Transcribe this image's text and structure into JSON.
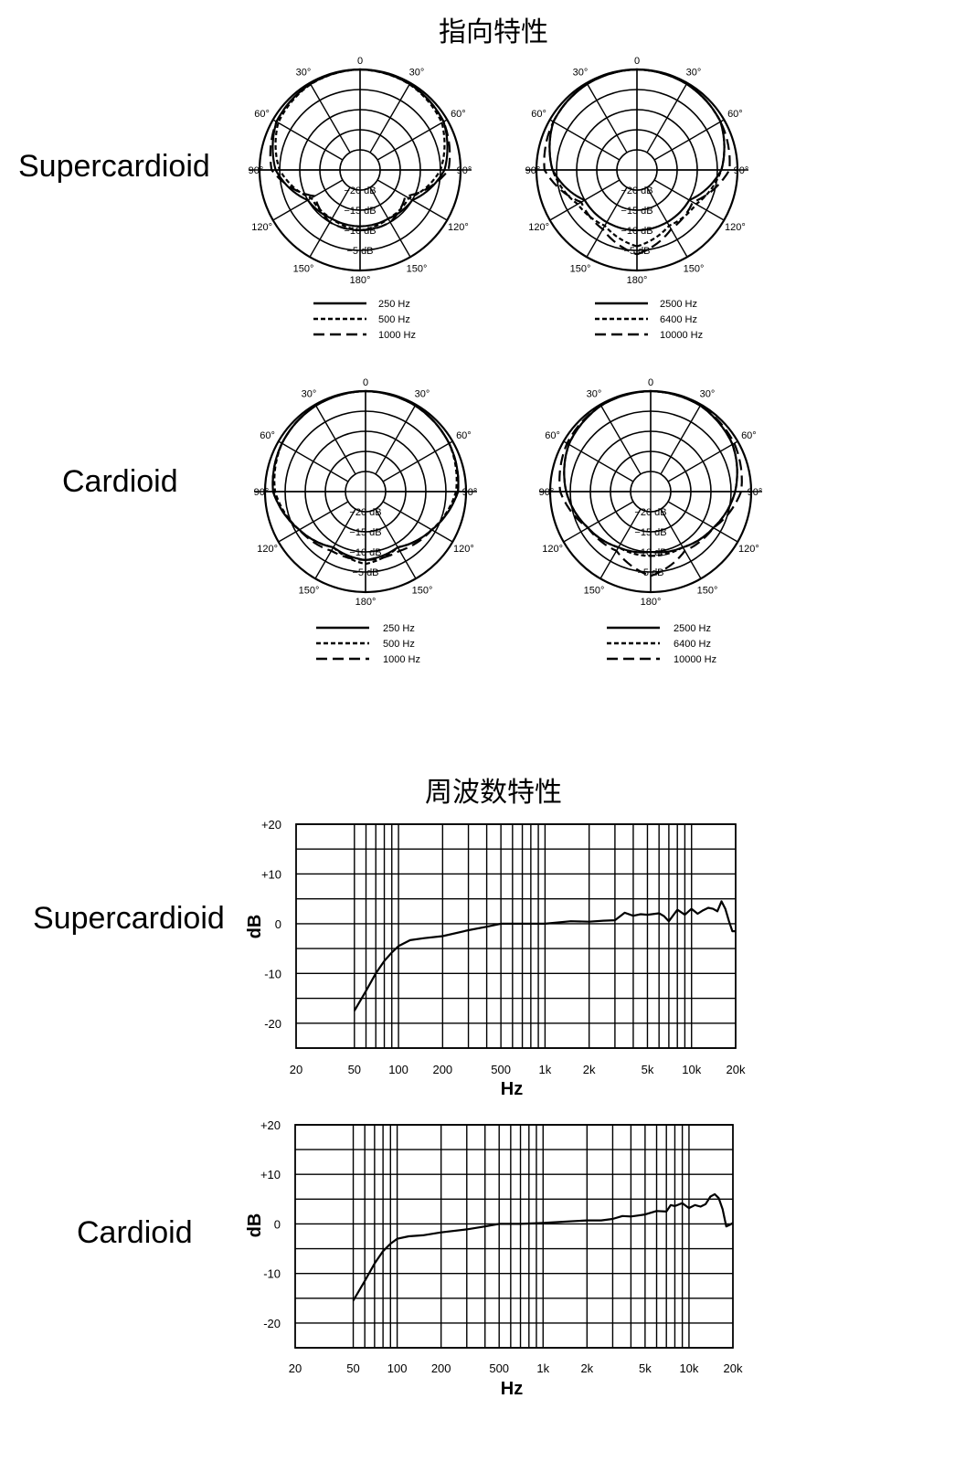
{
  "sections": {
    "polar_title": "指向特性",
    "freq_title": "周波数特性"
  },
  "row_labels": {
    "polar_super": "Supercardioid",
    "polar_cardio": "Cardioid",
    "freq_super": "Supercardioid",
    "freq_cardio": "Cardioid"
  },
  "chart_data": [
    {
      "type": "polar",
      "id": "polar-super-low",
      "angle_labels": [
        "180°",
        "150°",
        "120°",
        "90°",
        "60°",
        "30°",
        "0",
        "30°",
        "60°",
        "90°",
        "120°",
        "150°"
      ],
      "ring_labels": [
        "−20 dB",
        "−15 dB",
        "−10 dB",
        "−5 dB"
      ],
      "series": [
        {
          "name": "250 Hz",
          "style": "solid",
          "values": [
            -11,
            -11,
            -10,
            -4,
            -1,
            -0.3,
            0,
            -0.3,
            -1,
            -4,
            -10,
            -11
          ]
        },
        {
          "name": "500 Hz",
          "style": "dotted",
          "values": [
            -10,
            -11,
            -11,
            -5,
            -1.5,
            -0.4,
            0,
            -0.4,
            -1.5,
            -5,
            -11,
            -11
          ]
        },
        {
          "name": "1000 Hz",
          "style": "dashed",
          "values": [
            -10,
            -10,
            -12,
            -3,
            -1,
            -0.3,
            0,
            -0.3,
            -1,
            -3,
            -12,
            -10
          ]
        }
      ]
    },
    {
      "type": "polar",
      "id": "polar-super-high",
      "angle_labels": [
        "180°",
        "150°",
        "120°",
        "90°",
        "60°",
        "30°",
        "0",
        "30°",
        "60°",
        "90°",
        "120°",
        "150°"
      ],
      "ring_labels": [
        "−20 dB",
        "−15 dB",
        "−10 dB",
        "−5 dB"
      ],
      "series": [
        {
          "name": "2500 Hz",
          "style": "solid",
          "values": [
            -10,
            -10,
            -10,
            -4,
            -1,
            -0.3,
            0,
            -0.3,
            -1,
            -4,
            -10,
            -10
          ]
        },
        {
          "name": "6400 Hz",
          "style": "dotted",
          "values": [
            -6,
            -9,
            -8,
            -4,
            -1,
            -0.3,
            0,
            -0.3,
            -1,
            -4,
            -8,
            -9
          ]
        },
        {
          "name": "10000 Hz",
          "style": "dashed",
          "values": [
            -4,
            -8,
            -9,
            -2,
            -1,
            -0.3,
            0,
            -0.3,
            -1,
            -2,
            -9,
            -8
          ]
        }
      ]
    },
    {
      "type": "polar",
      "id": "polar-cardio-low",
      "angle_labels": [
        "180°",
        "150°",
        "120°",
        "90°",
        "60°",
        "30°",
        "0",
        "30°",
        "60°",
        "90°",
        "120°",
        "150°"
      ],
      "ring_labels": [
        "−20 dB",
        "−15 dB",
        "−10 dB",
        "−5 dB"
      ],
      "series": [
        {
          "name": "250 Hz",
          "style": "solid",
          "values": [
            -8,
            -9,
            -6,
            -2,
            -1,
            -0.3,
            0,
            -0.3,
            -1,
            -2,
            -6,
            -9
          ]
        },
        {
          "name": "500 Hz",
          "style": "dotted",
          "values": [
            -7,
            -9,
            -6,
            -2.5,
            -1,
            -0.3,
            0,
            -0.3,
            -1,
            -2.5,
            -6,
            -9
          ]
        },
        {
          "name": "1000 Hz",
          "style": "dashed",
          "values": [
            -8,
            -8,
            -6,
            -2,
            -1,
            -0.3,
            0,
            -0.3,
            -1,
            -2,
            -6,
            -8
          ]
        }
      ]
    },
    {
      "type": "polar",
      "id": "polar-cardio-high",
      "angle_labels": [
        "180°",
        "150°",
        "120°",
        "90°",
        "60°",
        "30°",
        "0",
        "30°",
        "60°",
        "90°",
        "120°",
        "150°"
      ],
      "ring_labels": [
        "−20 dB",
        "−15 dB",
        "−10 dB",
        "−5 dB"
      ],
      "series": [
        {
          "name": "2500 Hz",
          "style": "solid",
          "values": [
            -10,
            -9,
            -7,
            -4,
            -1.5,
            -0.3,
            0,
            -0.3,
            -1.5,
            -4,
            -7,
            -9
          ]
        },
        {
          "name": "6400 Hz",
          "style": "dotted",
          "values": [
            -9,
            -9,
            -7,
            -4,
            -1.5,
            -0.3,
            0,
            -0.3,
            -1.5,
            -4,
            -7,
            -9
          ]
        },
        {
          "name": "10000 Hz",
          "style": "dashed",
          "values": [
            -4,
            -8,
            -7,
            -2.5,
            -1,
            -0.3,
            0,
            -0.3,
            -1,
            -2.5,
            -7,
            -8
          ]
        }
      ]
    },
    {
      "type": "line",
      "id": "freq-super",
      "xscale": "log",
      "xlim": [
        20,
        20000
      ],
      "ylim": [
        -25,
        20
      ],
      "x_tick_labels": [
        "20",
        "50",
        "100",
        "200",
        "500",
        "1k",
        "2k",
        "5k",
        "10k",
        "20k"
      ],
      "y_tick_labels": [
        "+20",
        "+10",
        "0",
        "-10",
        "-20"
      ],
      "xlabel": "Hz",
      "ylabel": "dB",
      "series": [
        {
          "x": [
            50,
            60,
            70,
            80,
            90,
            100,
            120,
            150,
            200,
            300,
            400,
            500,
            700,
            1000,
            1500,
            2000,
            2500,
            3000,
            3500,
            4000,
            4500,
            5000,
            6000,
            6500,
            7000,
            8000,
            9000,
            10000,
            11000,
            12000,
            13000,
            14000,
            15000,
            16000,
            17000,
            18000,
            19000,
            20000
          ],
          "y": [
            -17.5,
            -13.5,
            -10,
            -7.5,
            -5.8,
            -4.5,
            -3.3,
            -2.9,
            -2.5,
            -1.3,
            -0.6,
            0,
            0,
            0,
            0.5,
            0.4,
            0.6,
            0.7,
            2.2,
            1.6,
            1.9,
            1.8,
            2.1,
            1.5,
            0.5,
            2.8,
            1.8,
            3.0,
            2.0,
            2.7,
            3.2,
            3.0,
            2.5,
            4.5,
            3.0,
            0.5,
            -1.5,
            -1.5
          ]
        }
      ]
    },
    {
      "type": "line",
      "id": "freq-cardio",
      "xscale": "log",
      "xlim": [
        20,
        20000
      ],
      "ylim": [
        -25,
        20
      ],
      "x_tick_labels": [
        "20",
        "50",
        "100",
        "200",
        "500",
        "1k",
        "2k",
        "5k",
        "10k",
        "20k"
      ],
      "y_tick_labels": [
        "+20",
        "+10",
        "0",
        "-10",
        "-20"
      ],
      "xlabel": "Hz",
      "ylabel": "dB",
      "series": [
        {
          "x": [
            50,
            60,
            70,
            80,
            90,
            100,
            120,
            150,
            200,
            300,
            400,
            500,
            700,
            1000,
            1500,
            2000,
            2500,
            3000,
            3500,
            4000,
            4500,
            5000,
            6000,
            7000,
            7500,
            8000,
            9000,
            10000,
            11000,
            12000,
            13000,
            14000,
            15000,
            16000,
            17000,
            18000,
            19000,
            20000
          ],
          "y": [
            -15.5,
            -11.5,
            -8,
            -5.5,
            -4,
            -3,
            -2.5,
            -2.3,
            -1.7,
            -1.1,
            -0.5,
            0,
            0,
            0.2,
            0.5,
            0.7,
            0.7,
            1.0,
            1.6,
            1.5,
            1.7,
            1.9,
            2.6,
            2.5,
            3.8,
            3.6,
            4.2,
            3.2,
            3.8,
            3.5,
            4.0,
            5.5,
            6.0,
            5.2,
            3.0,
            -0.5,
            -0.2,
            0.2
          ]
        }
      ]
    }
  ]
}
